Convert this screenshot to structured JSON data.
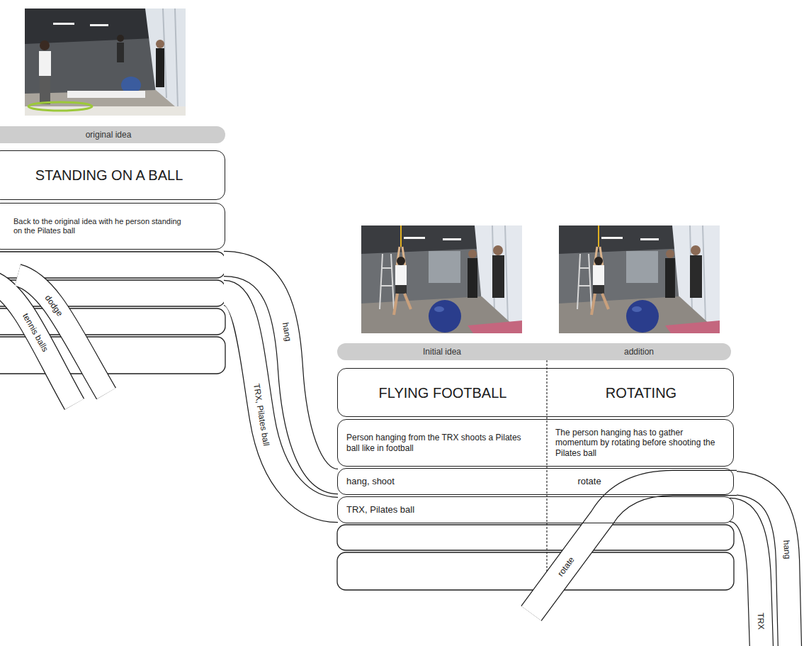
{
  "diagram": {
    "nodes": [
      {
        "text": [
          "original idea"
        ]
      },
      {
        "text": [
          "STANDING ON A BALL"
        ]
      },
      {
        "text": [
          "Back to the original idea with he person standing on the Pilates ball"
        ]
      },
      {
        "text": [
          "Initial idea",
          "addition"
        ]
      },
      {
        "text": [
          "FLYING FOOTBALL",
          "ROTATING"
        ]
      },
      {
        "text": [
          "Person hanging from the TRX shoots a Pilates ball like in football",
          "The person hanging has to gather momentum by rotating before shooting the Pilates ball"
        ]
      },
      {
        "text": [
          "hang, shoot",
          "rotate"
        ]
      },
      {
        "text": [
          "TRX, Pilates ball"
        ]
      }
    ],
    "labels": [
      "dodge",
      "tennis balls",
      "hang",
      "TRX, Pilates ball",
      "rotate",
      "hang",
      "TRX"
    ]
  }
}
